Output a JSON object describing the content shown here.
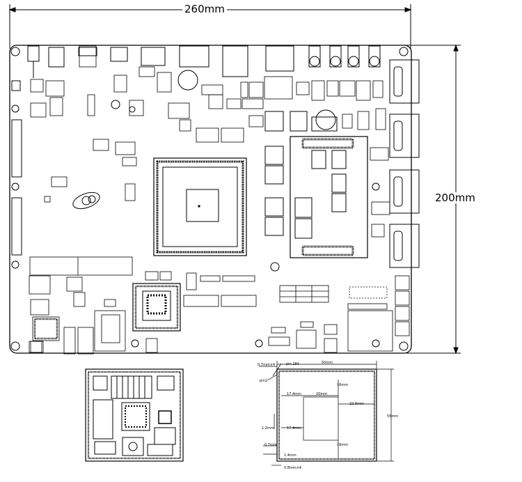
{
  "board": {
    "width_label": "260mm",
    "height_label": "200mm"
  },
  "module_drawing": {
    "pin_top_label": "pin 184",
    "pin_bottom_label": "pin1",
    "pad_top_label": "0.7mm×4",
    "width_label": "50mm",
    "height_label": "55mm",
    "dim_16": "16mm",
    "dim_17_4_a": "17.4mm",
    "dim_20": "20mm",
    "dim_22_6": "22.6mm",
    "dim_17_4_b": "17.4mm",
    "dim_19": "19mm",
    "dim_1_2": "1.2mm",
    "dim_0_7": "0.7mm",
    "dim_1_4": "1.4mm",
    "pad_bottom_label": "0.8mm×4"
  }
}
